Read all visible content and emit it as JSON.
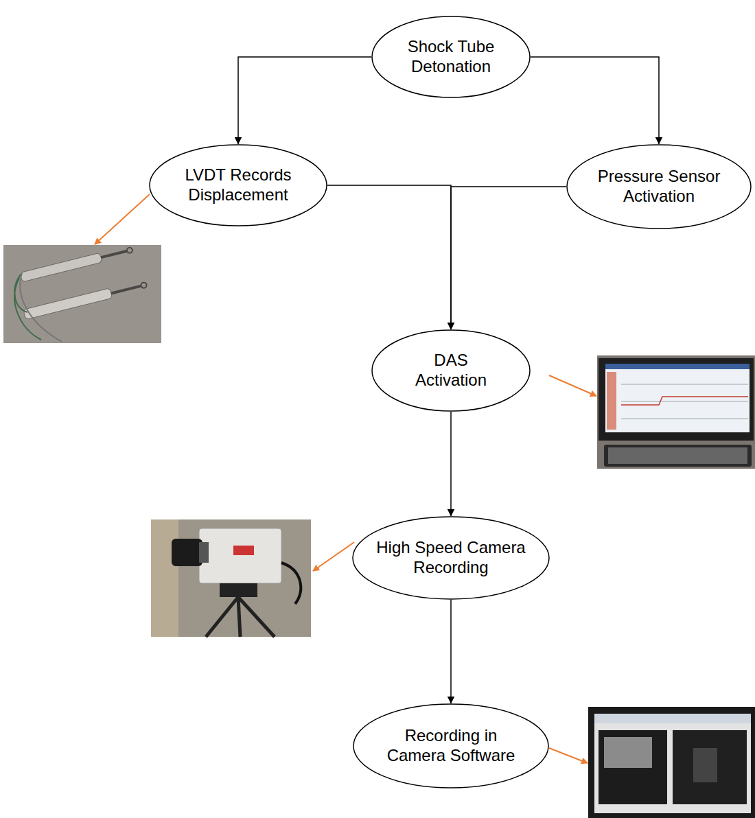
{
  "diagram": {
    "nodes": [
      {
        "text": [
          "Shock Tube Detonation"
        ]
      },
      {
        "text": [
          "LVDT Records Displacement"
        ]
      },
      {
        "text": [
          "Pressure Sensor Activation"
        ]
      },
      {
        "text": [
          "DAS Activation"
        ]
      },
      {
        "text": [
          "High Speed Camera Recording"
        ]
      },
      {
        "text": [
          "Recording in Camera Software"
        ]
      }
    ],
    "edges": [
      {
        "from": 0,
        "to": 1,
        "arrow": "to"
      },
      {
        "from": 0,
        "to": 2,
        "arrow": "to"
      },
      {
        "from": 1,
        "to": 3,
        "arrow": "to"
      },
      {
        "from": 2,
        "to": 3,
        "arrow": "to"
      },
      {
        "from": 3,
        "to": 4,
        "arrow": "to"
      },
      {
        "from": 4,
        "to": 5,
        "arrow": "to"
      }
    ]
  }
}
